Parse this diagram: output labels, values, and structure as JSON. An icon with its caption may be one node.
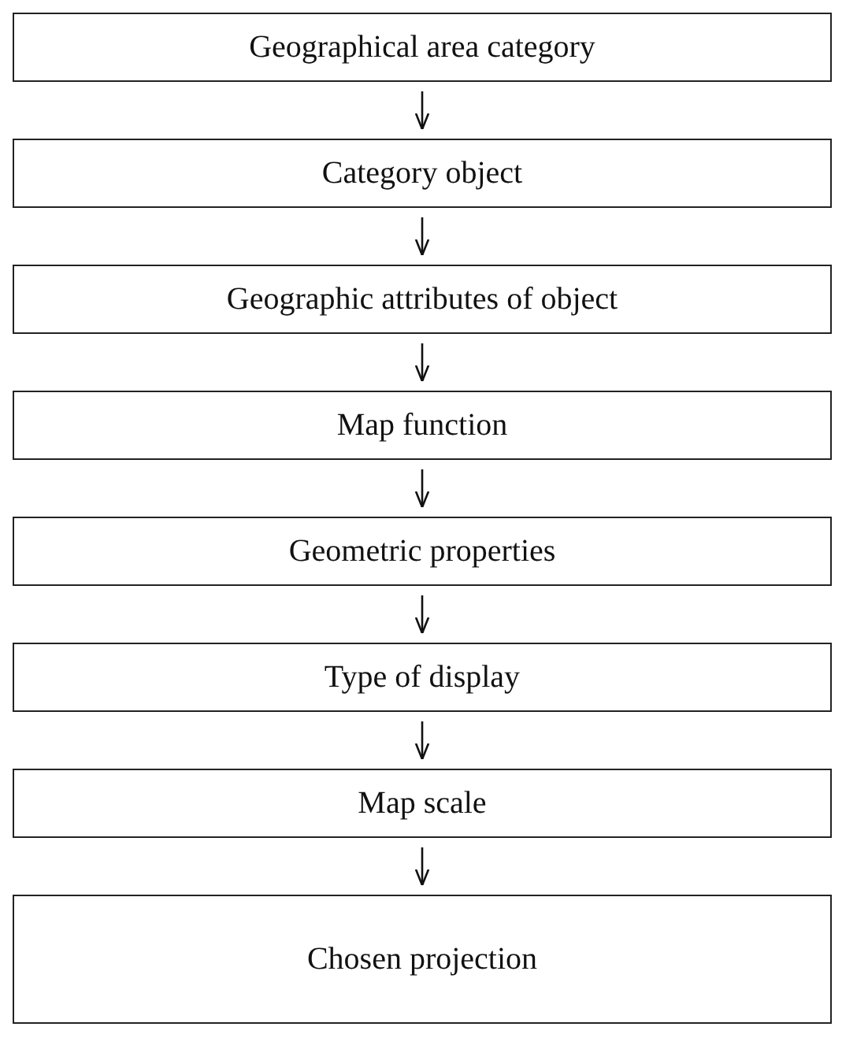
{
  "diagram": {
    "nodes": [
      {
        "text": [
          "Geographical area category"
        ]
      },
      {
        "text": [
          "Category object"
        ]
      },
      {
        "text": [
          "Geographic attributes of object"
        ]
      },
      {
        "text": [
          "Map function"
        ]
      },
      {
        "text": [
          "Geometric properties"
        ]
      },
      {
        "text": [
          "Type of display"
        ]
      },
      {
        "text": [
          "Map scale"
        ]
      },
      {
        "text": [
          "Chosen projection"
        ]
      }
    ],
    "edges": [
      {
        "from": 0,
        "to": 1,
        "arrow": "to"
      },
      {
        "from": 1,
        "to": 2,
        "arrow": "to"
      },
      {
        "from": 2,
        "to": 3,
        "arrow": "to"
      },
      {
        "from": 3,
        "to": 4,
        "arrow": "to"
      },
      {
        "from": 4,
        "to": 5,
        "arrow": "to"
      },
      {
        "from": 5,
        "to": 6,
        "arrow": "to"
      },
      {
        "from": 6,
        "to": 7,
        "arrow": "to"
      }
    ]
  }
}
